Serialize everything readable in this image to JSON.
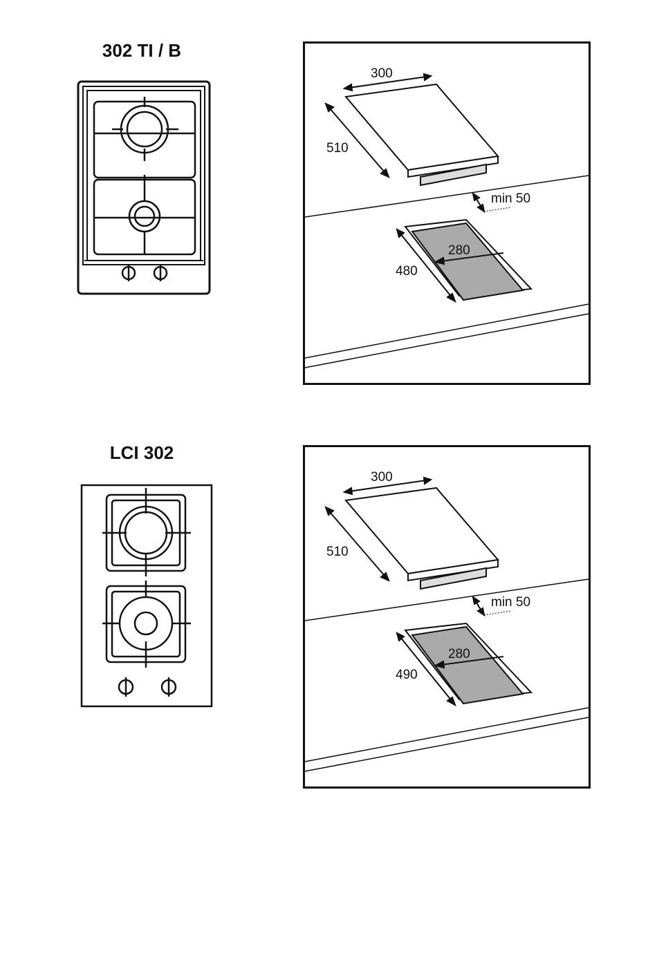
{
  "models": [
    {
      "title": "302 TI / B",
      "dimensions": {
        "width": "300",
        "depth": "510",
        "clearance": "min 50",
        "cutout_width": "280",
        "cutout_depth": "480"
      }
    },
    {
      "title": "LCI 302",
      "dimensions": {
        "width": "300",
        "depth": "510",
        "clearance": "min 50",
        "cutout_width": "280",
        "cutout_depth": "490"
      }
    }
  ]
}
